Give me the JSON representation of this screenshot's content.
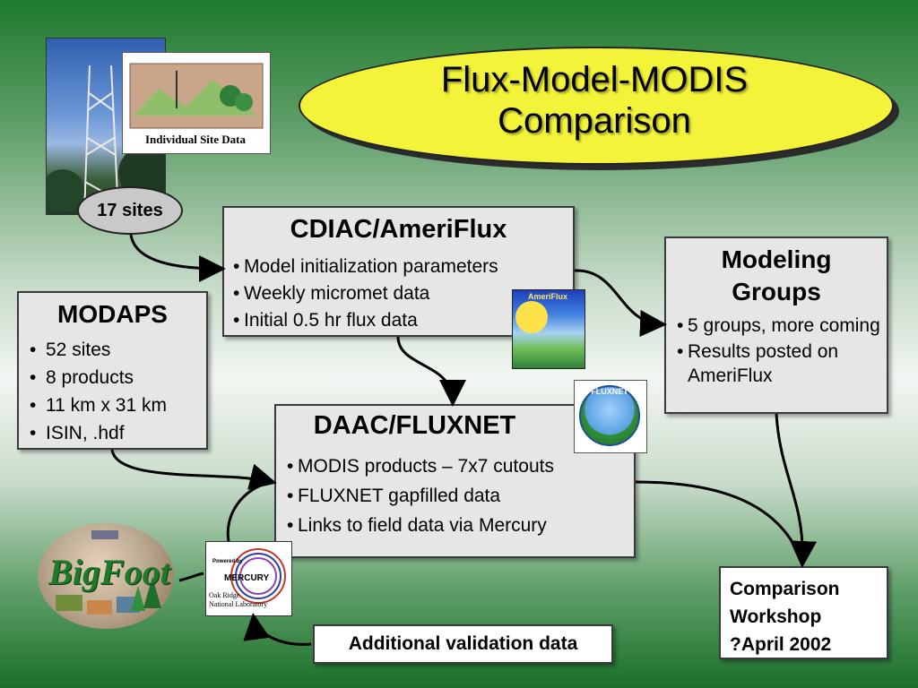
{
  "title": {
    "line1": "Flux-Model-MODIS",
    "line2": "Comparison"
  },
  "site_card": {
    "label": "Individual Site Data"
  },
  "sites_oval": {
    "label": "17 sites"
  },
  "cdiac": {
    "title": "CDIAC/AmeriFlux",
    "bullet": "•",
    "items": [
      "Model initialization parameters",
      "Weekly micromet data",
      "Initial 0.5 hr flux data"
    ]
  },
  "modaps": {
    "title": "MODAPS",
    "bullet": "•",
    "items": [
      "52 sites",
      "8 products",
      "11 km x 31 km",
      "ISIN, .hdf"
    ]
  },
  "modeling": {
    "title_line1": "Modeling",
    "title_line2": "Groups",
    "bullet": "•",
    "items": [
      "5 groups, more coming",
      "Results posted on AmeriFlux"
    ]
  },
  "daac": {
    "title": "DAAC/FLUXNET",
    "bullet": "•",
    "items": [
      "MODIS products – 7x7 cutouts",
      "FLUXNET gapfilled data",
      "Links to field data via Mercury"
    ]
  },
  "workshop": {
    "line1": "Comparison",
    "line2": "Workshop",
    "line3": "?April 2002"
  },
  "validation": {
    "label": "Additional validation data"
  },
  "logos": {
    "ameriflux": "AmeriFlux",
    "fluxnet": "FLUXNET",
    "mercury_powered": "Powered by",
    "mercury": "MERCURY",
    "mercury_org_line1": "Oak Ridge",
    "mercury_org_line2": "National Laboratory",
    "bigfoot": "BigFoot"
  },
  "colors": {
    "title_fill": "#f3f33a",
    "box_fill": "#e6e6e6",
    "arrow": "#000000",
    "background_green": "#1f7a2d"
  }
}
